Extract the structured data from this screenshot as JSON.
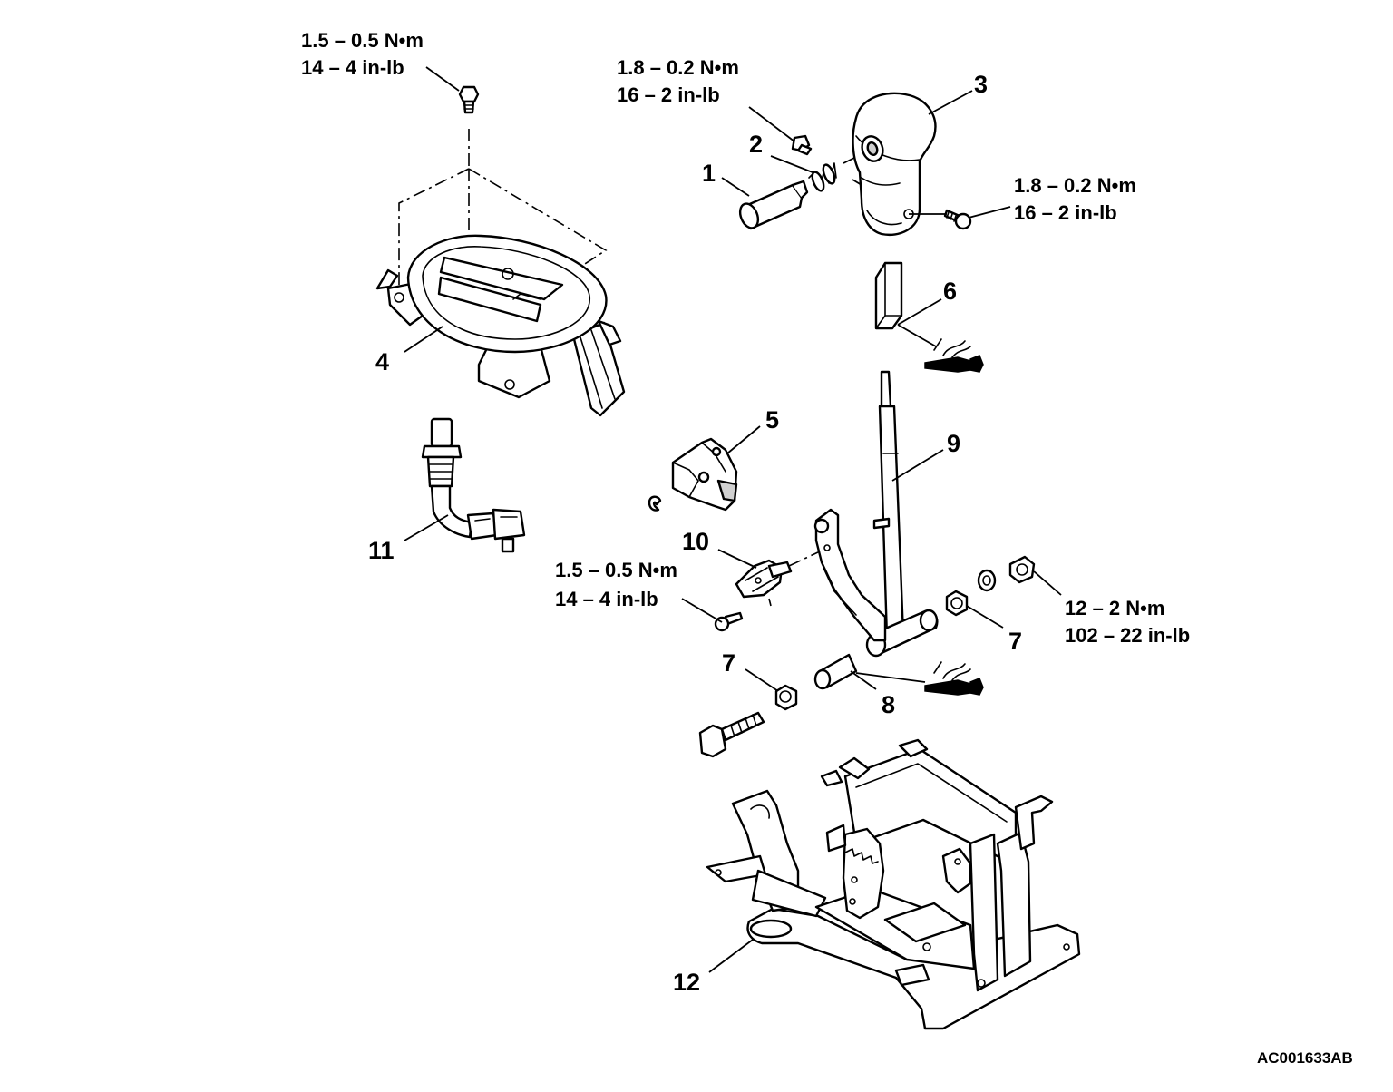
{
  "callouts": {
    "p1": "1",
    "p2": "2",
    "p3": "3",
    "p4": "4",
    "p5": "5",
    "p6": "6",
    "p7a": "7",
    "p7b": "7",
    "p8": "8",
    "p9": "9",
    "p10": "10",
    "p11": "11",
    "p12": "12"
  },
  "torques": {
    "cover_bolt": {
      "line1": "1.5 – 0.5 N•m",
      "line2": "14 – 4 in-lb"
    },
    "knob_top_screw": {
      "line1": "1.8 – 0.2 N•m",
      "line2": "16 – 2 in-lb"
    },
    "knob_side_screw": {
      "line1": "1.8 – 0.2 N•m",
      "line2": "16 – 2 in-lb"
    },
    "switch_screw": {
      "line1": "1.5 – 0.5 N•m",
      "line2": "14 – 4 in-lb"
    },
    "pivot_nut": {
      "line1": "12 – 2 N•m",
      "line2": "102 – 22 in-lb"
    }
  },
  "reference_code": "AC001633AB"
}
